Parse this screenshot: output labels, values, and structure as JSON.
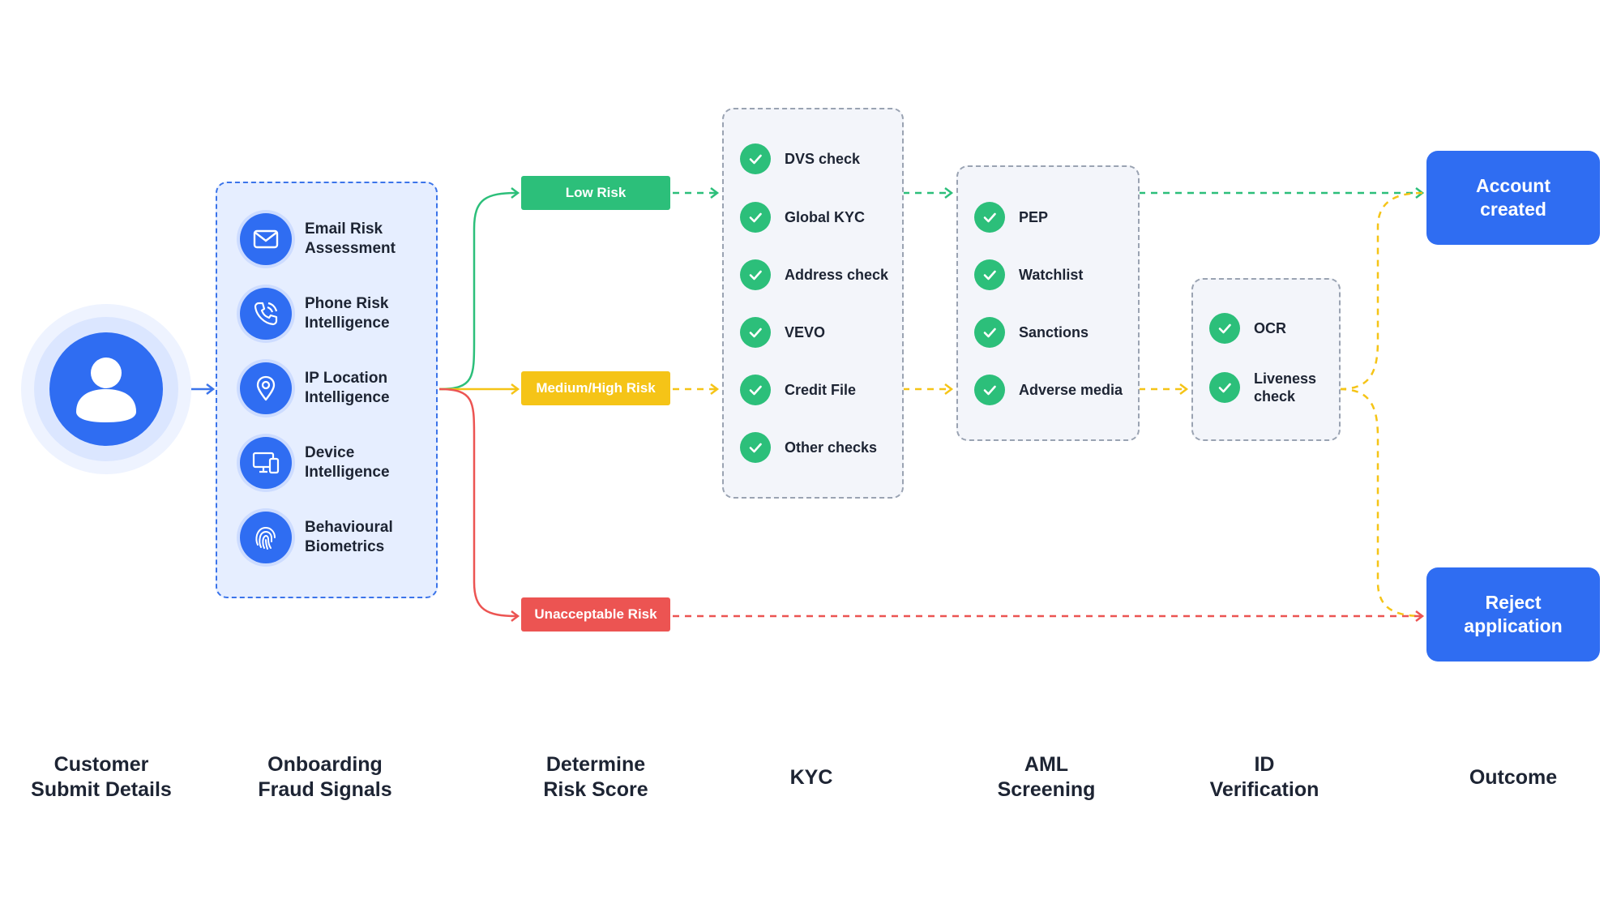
{
  "colors": {
    "brand_blue": "#2f6df2",
    "green": "#2cbf7a",
    "yellow": "#f5c417",
    "red": "#ec5452",
    "panel_blue_fill": "#e6eeff",
    "panel_gray_fill": "#f3f5fa",
    "dash_gray": "#9aa3b2"
  },
  "avatar": {
    "icon": "user-icon"
  },
  "signals": [
    {
      "label": "Email Risk\nAssessment",
      "icon": "envelope-icon"
    },
    {
      "label": "Phone Risk\nIntelligence",
      "icon": "phone-icon"
    },
    {
      "label": "IP Location\nIntelligence",
      "icon": "location-pin-icon"
    },
    {
      "label": "Device\nIntelligence",
      "icon": "devices-icon"
    },
    {
      "label": "Behavioural\nBiometrics",
      "icon": "fingerprint-icon"
    }
  ],
  "risk_levels": {
    "low": {
      "label": "Low Risk",
      "color": "#2cbf7a"
    },
    "medium_high": {
      "label": "Medium/High Risk",
      "color": "#f5c417"
    },
    "unacceptable": {
      "label": "Unacceptable Risk",
      "color": "#ec5452"
    }
  },
  "kyc_checks": [
    "DVS check",
    "Global KYC",
    "Address check",
    "VEVO",
    "Credit File",
    "Other checks"
  ],
  "aml_checks": [
    "PEP",
    "Watchlist",
    "Sanctions",
    "Adverse media"
  ],
  "id_checks": [
    "OCR",
    "Liveness\ncheck"
  ],
  "outcomes": {
    "account": "Account\ncreated",
    "reject": "Reject\napplication"
  },
  "stages": [
    "Customer\nSubmit Details",
    "Onboarding\nFraud Signals",
    "Determine\nRisk Score",
    "KYC",
    "AML\nScreening",
    "ID\nVerification",
    "Outcome"
  ]
}
